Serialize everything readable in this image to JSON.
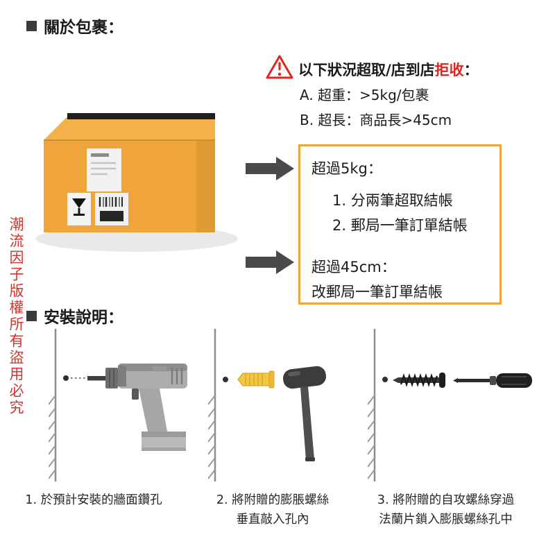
{
  "watermark": "潮流因子版權所有盜用必究",
  "about_package": {
    "heading": "關於包裹：",
    "warning_title": {
      "prefix": "以下狀況超取/店到店",
      "highlight": "拒收",
      "suffix": "："
    },
    "conditions": [
      "A. 超重：>5kg/包裹",
      "B. 超長：商品長>45cm"
    ],
    "info_box": {
      "rule1_title": "超過5kg：",
      "rule1_items": [
        "1. 分兩筆超取結帳",
        "2. 郵局一筆訂單結帳"
      ],
      "rule2_title": "超過45cm：",
      "rule2_text": "改郵局一筆訂單結帳"
    }
  },
  "installation": {
    "heading": "安裝說明：",
    "steps": [
      {
        "lines": [
          "1. 於預計安裝的牆面鑽孔"
        ]
      },
      {
        "lines": [
          "2. 將附贈的膨脹螺絲",
          "垂直敲入孔內"
        ]
      },
      {
        "lines": [
          "3. 將附贈的自攻螺絲穿過",
          "法蘭片鎖入膨脹螺絲孔中"
        ]
      }
    ]
  },
  "icons": {
    "warning": "warning-triangle-icon",
    "arrow": "arrow-right-icon",
    "bullet": "square-bullet-icon"
  },
  "colors": {
    "accent_orange": "#F0A43C",
    "box_orange": "#F0A43C",
    "box_lid_orange": "#F6B24A",
    "warning_red": "#E0241F",
    "watermark_red": "#CD372E",
    "arrow_gray": "#4A4A4A",
    "anchor_yellow": "#F3C83E"
  }
}
